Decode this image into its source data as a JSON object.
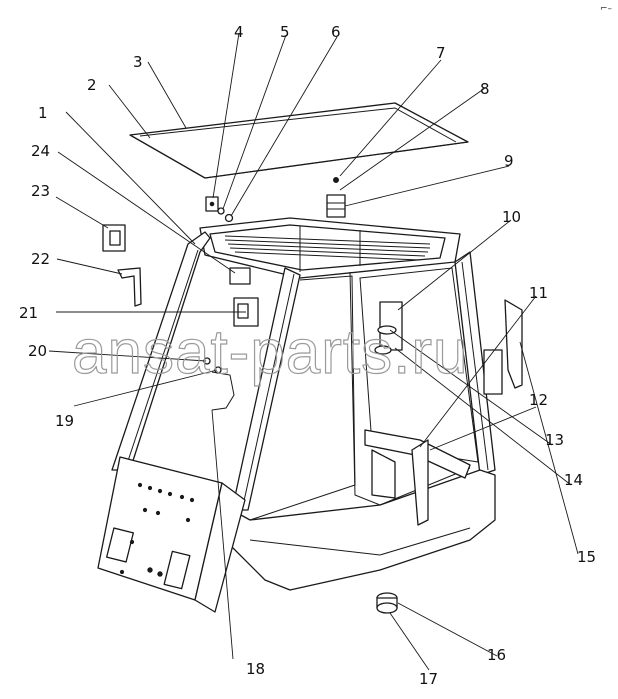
{
  "callouts": [
    {
      "n": "1"
    },
    {
      "n": "2"
    },
    {
      "n": "3"
    },
    {
      "n": "4"
    },
    {
      "n": "5"
    },
    {
      "n": "6"
    },
    {
      "n": "7"
    },
    {
      "n": "8"
    },
    {
      "n": "9"
    },
    {
      "n": "10"
    },
    {
      "n": "11"
    },
    {
      "n": "12"
    },
    {
      "n": "13"
    },
    {
      "n": "14"
    },
    {
      "n": "15"
    },
    {
      "n": "16"
    },
    {
      "n": "17"
    },
    {
      "n": "18"
    },
    {
      "n": "19"
    },
    {
      "n": "20"
    },
    {
      "n": "21"
    },
    {
      "n": "22"
    },
    {
      "n": "23"
    },
    {
      "n": "24"
    }
  ],
  "watermark": "ansat-parts.ru",
  "corner_mark": "⌐–"
}
